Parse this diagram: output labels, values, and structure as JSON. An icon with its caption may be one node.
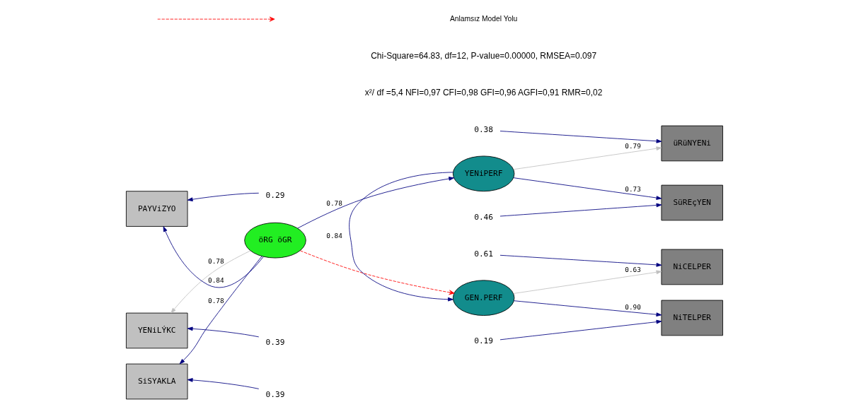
{
  "diagram": {
    "nodes": [
      {
        "text": [
          "YENiLÝKC"
        ]
      },
      {
        "text": [
          "PAYViZYO"
        ]
      },
      {
        "text": [
          "SiSYAKLA"
        ]
      },
      {
        "text": [
          "öRG öGR"
        ]
      },
      {
        "text": [
          "YENiPERF"
        ]
      },
      {
        "text": [
          "GEN.PERF"
        ]
      },
      {
        "text": [
          "üRüNYENi"
        ]
      },
      {
        "text": [
          "SüREçYEN"
        ]
      },
      {
        "text": [
          "NiCELPER"
        ]
      },
      {
        "text": [
          "NiTELPER"
        ]
      },
      {
        "text": [
          "0.39"
        ]
      },
      {
        "text": [
          "0.29"
        ]
      },
      {
        "text": [
          "0.39"
        ]
      },
      {
        "text": [
          "0.38"
        ]
      },
      {
        "text": [
          "0.46"
        ]
      },
      {
        "text": [
          "0.61"
        ]
      },
      {
        "text": [
          "0.19"
        ]
      }
    ],
    "edges": [
      {
        "from": 10,
        "to": 0,
        "arrow": "to"
      },
      {
        "from": 11,
        "to": 1,
        "arrow": "to"
      },
      {
        "from": 12,
        "to": 2,
        "arrow": "to"
      },
      {
        "from": 3,
        "to": 0,
        "arrow": "to",
        "label": "0.78",
        "color": "#c0c0c0"
      },
      {
        "from": 3,
        "to": 1,
        "arrow": "to",
        "label": "0.84"
      },
      {
        "from": 3,
        "to": 2,
        "arrow": "to",
        "label": "0.78"
      },
      {
        "from": 3,
        "to": 4,
        "arrow": "to",
        "label": "0.78"
      },
      {
        "from": 4,
        "to": 6,
        "arrow": "to",
        "label": "0.79",
        "color": "#c0c0c0"
      },
      {
        "from": 4,
        "to": 7,
        "arrow": "to",
        "label": "0.73"
      },
      {
        "from": 4,
        "to": 5,
        "arrow": "to",
        "label": "0.84"
      },
      {
        "from": 3,
        "to": 5,
        "arrow": "to",
        "style": "dashed",
        "color": "#ff0000"
      },
      {
        "from": 5,
        "to": 8,
        "arrow": "to",
        "label": "0.63",
        "color": "#c0c0c0"
      },
      {
        "from": 5,
        "to": 9,
        "arrow": "to",
        "label": "0.90"
      },
      {
        "from": 13,
        "to": 6,
        "arrow": "to"
      },
      {
        "from": 14,
        "to": 7,
        "arrow": "to"
      },
      {
        "from": 15,
        "to": 8,
        "arrow": "to"
      },
      {
        "from": 16,
        "to": 9,
        "arrow": "to"
      }
    ],
    "labels": [
      "x²/ df =5,4 NFI=0,97 CFI=0,98 GFI=0,96 AGFI=0,91 RMR=0,02",
      "Chi-Square=64.83, df=12, P-value=0.00000, RMSEA=0.097"
    ],
    "legend": [
      {
        "text": "Anlamsız Model Yolu"
      }
    ]
  }
}
